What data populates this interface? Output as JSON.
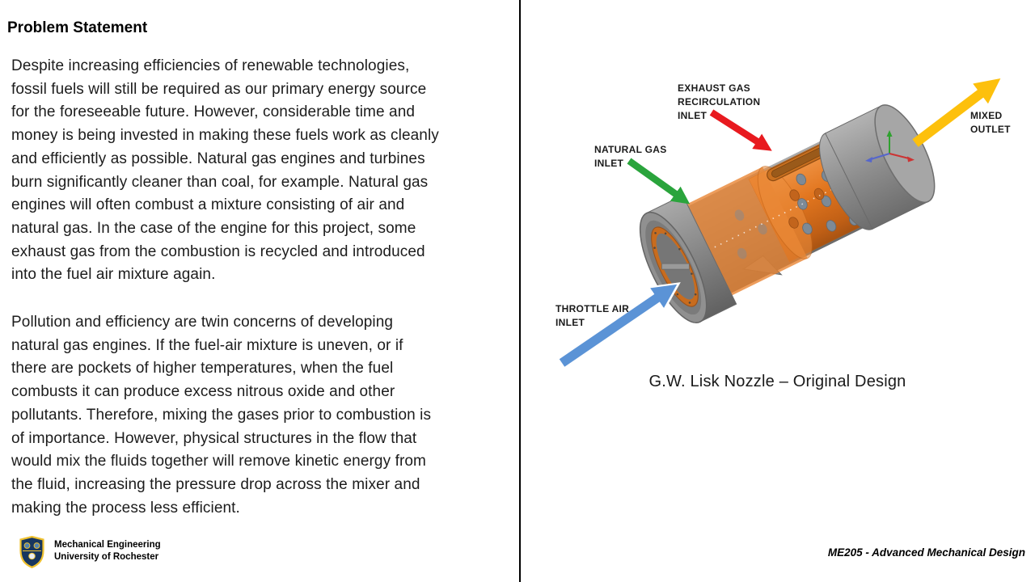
{
  "slide": {
    "title": "Problem Statement",
    "paragraph1": "Despite increasing efficiencies of renewable technologies,\nfossil fuels will still be required as our primary energy source\nfor the foreseeable future. However, considerable time and\nmoney is being invested in making these fuels work as cleanly\nand efficiently as possible. Natural gas engines and turbines\nburn significantly cleaner than coal, for example. Natural gas\nengines will often combust a mixture consisting of air and\nnatural gas. In the case of the engine for this project, some\nexhaust gas from the combustion is recycled and introduced\ninto the fuel air mixture again.",
    "paragraph2": "Pollution and efficiency are twin concerns of developing\nnatural gas engines. If the fuel-air mixture is uneven, or if\nthere are pockets of higher temperatures, when the fuel\ncombusts it can produce excess nitrous oxide and other\npollutants. Therefore, mixing the gases prior to combustion is\nof importance. However, physical structures in the flow that\nwould mix the fluids together will remove kinetic energy from\nthe fluid, increasing the pressure drop across the mixer and\nmaking the process less efficient."
  },
  "diagram": {
    "caption": "G.W. Lisk Nozzle – Original Design",
    "labels": {
      "exhaust": "EXHAUST GAS\nRECIRCULATION\nINLET",
      "natural": "NATURAL GAS\nINLET",
      "throttle": "THROTTLE AIR\nINLET",
      "mixed": "MIXED\nOUTLET"
    },
    "arrow_colors": {
      "exhaust": "#e81a1f",
      "natural": "#2aa43c",
      "throttle": "#5b93d6",
      "throttle_outline": "#ffffff",
      "mixed": "#fdc00c"
    },
    "material_colors": {
      "nozzle_orange": "#e2761f",
      "housing_gray": "#8f8f8f"
    }
  },
  "footer": {
    "department": "Mechanical Engineering",
    "university": "University of Rochester",
    "course_code": "ME205 - Advanced Mechanical Design"
  }
}
